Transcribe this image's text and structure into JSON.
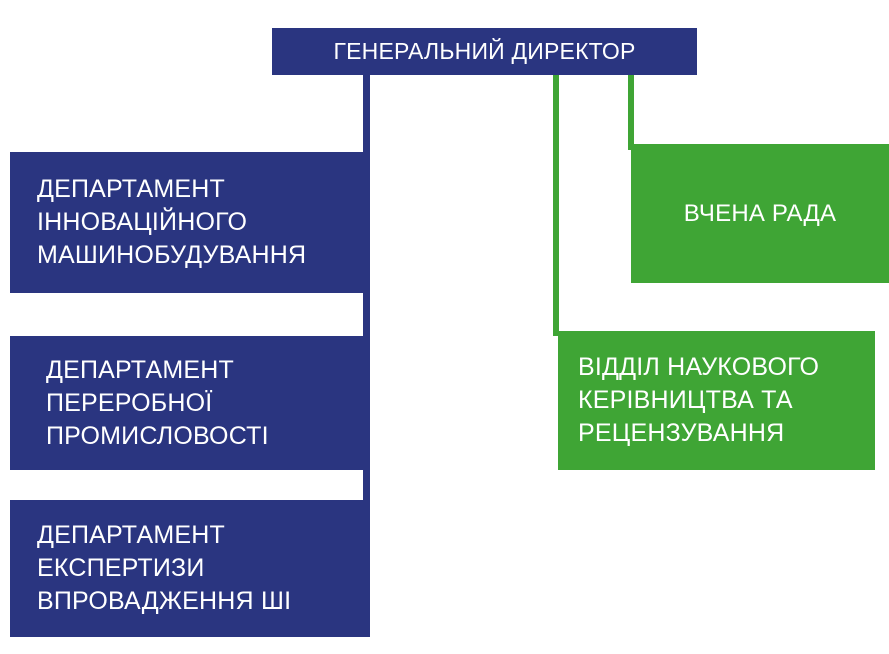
{
  "chart": {
    "type": "organization-chart",
    "title": "ГЕНЕРАЛЬНИЙ ДИРЕКТОР",
    "colors": {
      "primary_blue": "#2A3580",
      "accent_green": "#3FA535",
      "text": "#FFFFFF",
      "background": "#FFFFFF"
    }
  },
  "root": {
    "label": "ГЕНЕРАЛЬНИЙ ДИРЕКТОР",
    "color": "#2A3580"
  },
  "departments": [
    {
      "label": "ДЕПАРТАМЕНТ\nІННОВАЦІЙНОГО\nМАШИНОБУДУВАННЯ",
      "color": "#2A3580"
    },
    {
      "label": "ДЕПАРТАМЕНТ\nПЕРЕРОБНОЇ\nПРОМИСЛОВОСТІ",
      "color": "#2A3580"
    },
    {
      "label": "ДЕПАРТАМЕНТ\nЕКСПЕРТИЗИ\nВПРОВАДЖЕННЯ ШІ",
      "color": "#2A3580"
    }
  ],
  "advisory_units": [
    {
      "label": "ВЧЕНА РАДА",
      "color": "#3FA535"
    },
    {
      "label": "ВІДДІЛ НАУКОВОГО\nКЕРІВНИЦТВА  ТА\nРЕЦЕНЗУВАННЯ",
      "color": "#3FA535"
    }
  ]
}
